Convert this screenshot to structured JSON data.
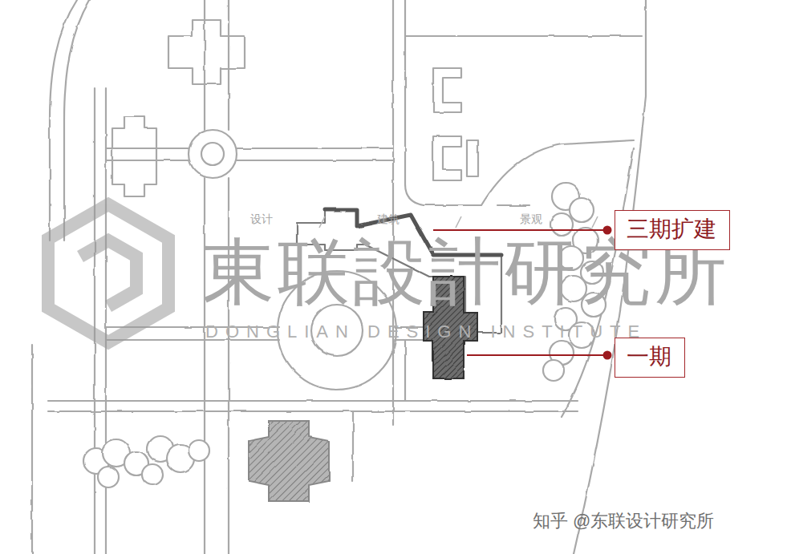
{
  "diagram": {
    "nodes": [
      {
        "text": [
          "三期扩建"
        ]
      },
      {
        "text": [
          "一期"
        ]
      }
    ],
    "labels": [
      "東联設計研究所",
      "DONGLIAN DESIGN INSTITUTE",
      "设计",
      "建筑",
      "景观",
      "知乎 @东联设计研究所"
    ]
  }
}
